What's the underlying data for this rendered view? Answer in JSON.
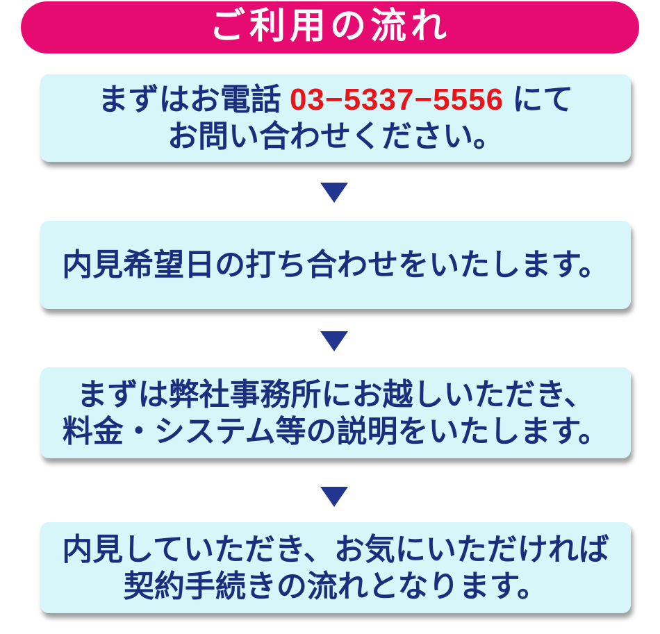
{
  "header": {
    "title": "ご利用の流れ"
  },
  "steps": {
    "step1": {
      "line1_prefix": "まずはお電話 ",
      "line1_phone": "03−5337−5556",
      "line1_suffix": " にて",
      "line2": "お問い合わせください。"
    },
    "step2": {
      "line1": "内見希望日の打ち合わせをいたします。"
    },
    "step3": {
      "line1": "まずは弊社事務所にお越しいただき、",
      "line2": "料金・システム等の説明をいたします。"
    },
    "step4": {
      "line1": "内見していただき、お気にいただければ",
      "line2": "契約手続きの流れとなります。"
    }
  },
  "icons": {
    "down_arrow": "▼"
  },
  "colors": {
    "page_bg": "#ffffff",
    "header_bg": "#e60b70",
    "header_text": "#ffffff",
    "box_bg": "#d6f6fa",
    "text": "#1c2d7d",
    "phone": "#e8141a",
    "arrow": "#21368f"
  }
}
